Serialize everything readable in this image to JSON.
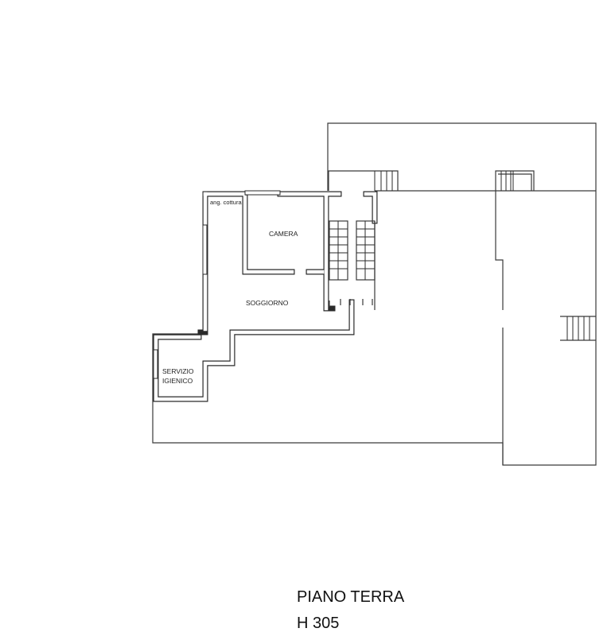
{
  "rooms": {
    "kitchenette": "ang. cottura",
    "bedroom": "CAMERA",
    "living": "SOGGIORNO",
    "bathroom_line1": "SERVIZIO",
    "bathroom_line2": "IGIENICO"
  },
  "title": {
    "floor": "PIANO TERRA",
    "height": "H 305"
  }
}
